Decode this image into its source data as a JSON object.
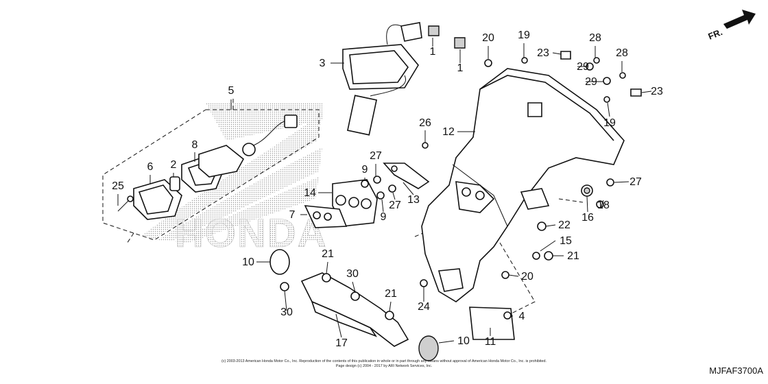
{
  "diagram": {
    "watermark": "HONDA",
    "direction_label": "FR.",
    "diagram_code": "MJFAF3700A",
    "copyright_line1": "(c) 2003-2013 American Honda Motor Co., Inc. Reproduction of the contents of this publication in whole or in part through any means without approval of American Honda Motor Co., Inc. is prohibited.",
    "copyright_line2": "Page design (c) 2004 - 2017 by ARI Network Services, Inc.",
    "callouts": [
      "1",
      "1",
      "3",
      "5",
      "6",
      "2",
      "8",
      "25",
      "20",
      "19",
      "23",
      "28",
      "28",
      "29",
      "29",
      "23",
      "19",
      "26",
      "12",
      "27",
      "9",
      "14",
      "7",
      "9",
      "27",
      "13",
      "16",
      "18",
      "27",
      "22",
      "15",
      "21",
      "10",
      "21",
      "30",
      "30",
      "21",
      "17",
      "20",
      "24",
      "4",
      "10",
      "11"
    ]
  }
}
